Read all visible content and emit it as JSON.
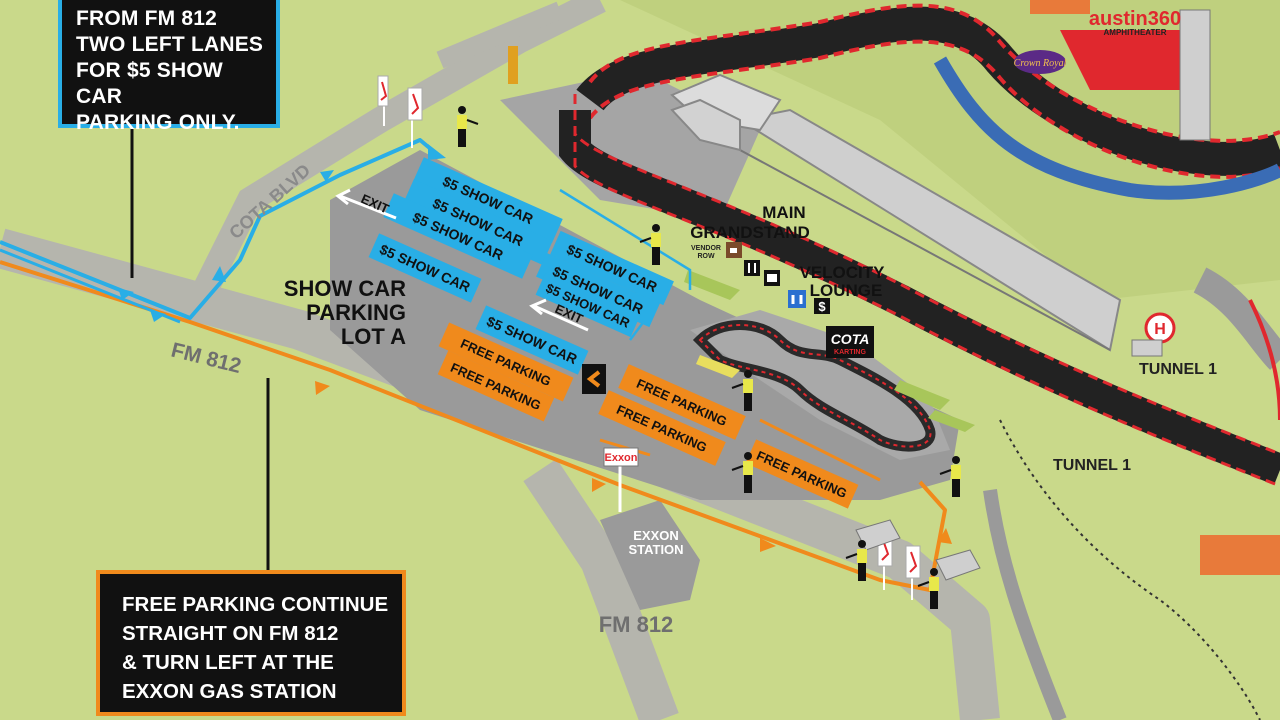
{
  "callouts": {
    "blue": [
      "FROM FM 812",
      "TWO LEFT LANES",
      "FOR $5 SHOW CAR",
      "PARKING ONLY."
    ],
    "orange": [
      "FREE PARKING CONTINUE",
      "STRAIGHT ON FM 812",
      "& TURN LEFT AT THE",
      "EXXON GAS STATION"
    ]
  },
  "roads": {
    "cota_blvd": "COTA BLVD",
    "fm812_upper": "FM 812",
    "fm812_lower": "FM 812"
  },
  "lot": {
    "name_line1": "SHOW CAR",
    "name_line2": "PARKING",
    "name_line3": "LOT A",
    "exit_upper": "EXIT",
    "exit_lower": "EXIT"
  },
  "stalls": {
    "show_car": "$5 SHOW CAR",
    "free": "FREE PARKING"
  },
  "landmarks": {
    "main_grandstand_line1": "MAIN",
    "main_grandstand_line2": "GRANDSTAND",
    "velocity_line1": "VELOCITY",
    "velocity_line2": "LOUNGE",
    "vendor_line1": "VENDOR",
    "vendor_line2": "ROW",
    "tunnel_upper": "TUNNEL 1",
    "tunnel_lower": "TUNNEL 1",
    "exxon_sign": "Exxon",
    "exxon_line1": "EXXON",
    "exxon_line2": "STATION",
    "cota_karting_main": "COTA",
    "cota_karting_sub": "KARTING",
    "austin360_main": "austin360",
    "austin360_sub": "AMPHITHEATER",
    "crown_royal": "Crown Royal",
    "helipad": "H",
    "dollar": "$"
  },
  "colors": {
    "grass": "#c9d98a",
    "asphalt": "#9a9a9a",
    "blue_route": "#29aee6",
    "orange_route": "#f08a1c",
    "track_red": "#e0282e",
    "callout_bg": "#111111"
  }
}
